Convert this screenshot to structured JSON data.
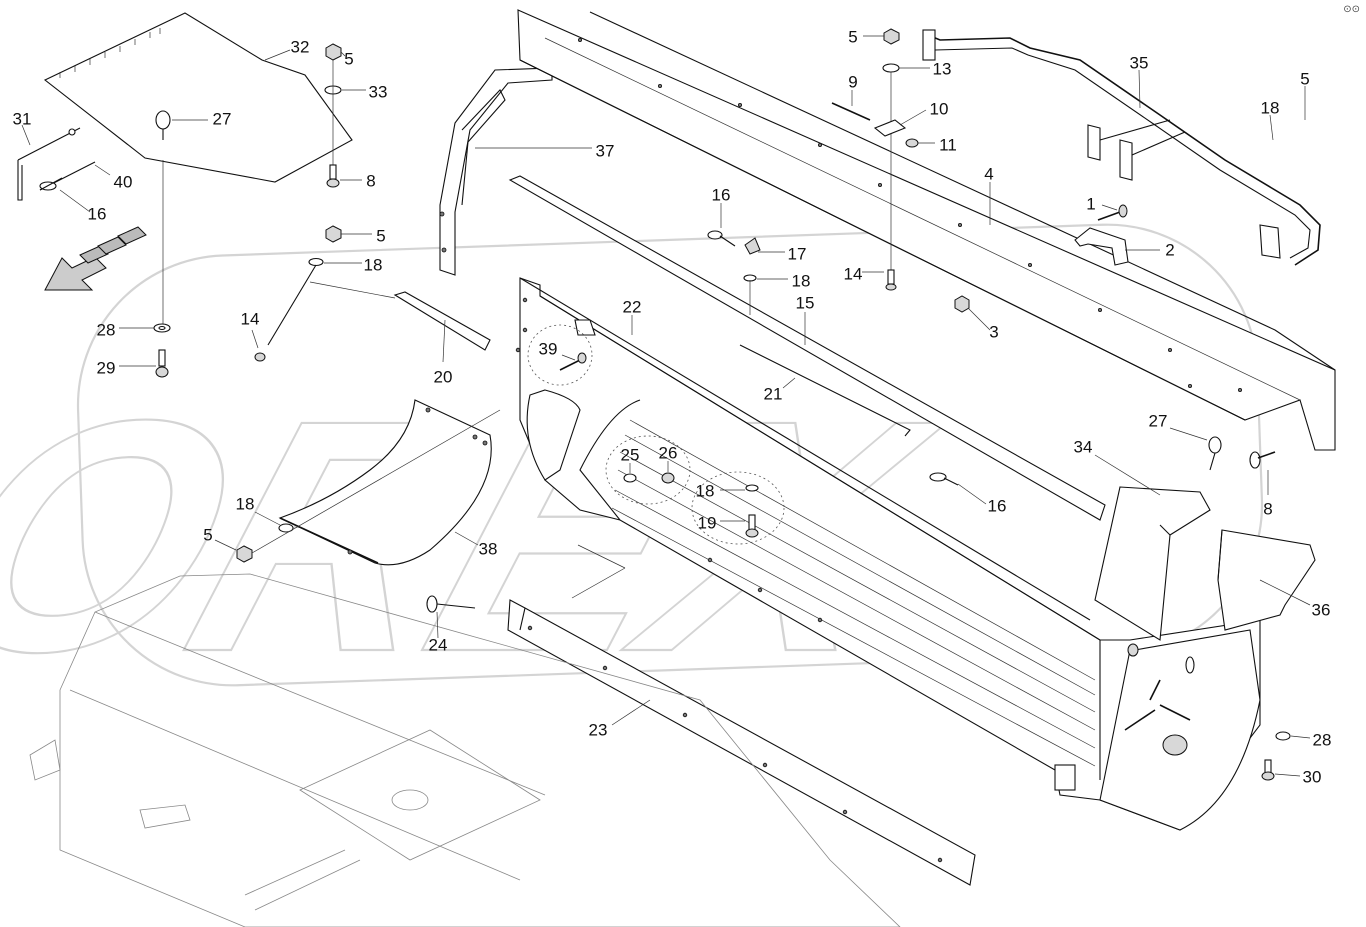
{
  "corner_mark": "⊙⊙",
  "watermark_text": "OREX",
  "callouts": [
    {
      "label": "32"
    },
    {
      "label": "5"
    },
    {
      "label": "33"
    },
    {
      "label": "27"
    },
    {
      "label": "8"
    },
    {
      "label": "31"
    },
    {
      "label": "40"
    },
    {
      "label": "16"
    },
    {
      "label": "37"
    },
    {
      "label": "5"
    },
    {
      "label": "18"
    },
    {
      "label": "14"
    },
    {
      "label": "20"
    },
    {
      "label": "28"
    },
    {
      "label": "29"
    },
    {
      "label": "5"
    },
    {
      "label": "13"
    },
    {
      "label": "9"
    },
    {
      "label": "10"
    },
    {
      "label": "11"
    },
    {
      "label": "35"
    },
    {
      "label": "5"
    },
    {
      "label": "18"
    },
    {
      "label": "4"
    },
    {
      "label": "1"
    },
    {
      "label": "2"
    },
    {
      "label": "14"
    },
    {
      "label": "3"
    },
    {
      "label": "16"
    },
    {
      "label": "17"
    },
    {
      "label": "18"
    },
    {
      "label": "15"
    },
    {
      "label": "22"
    },
    {
      "label": "39"
    },
    {
      "label": "21"
    },
    {
      "label": "25"
    },
    {
      "label": "26"
    },
    {
      "label": "18"
    },
    {
      "label": "19"
    },
    {
      "label": "16"
    },
    {
      "label": "34"
    },
    {
      "label": "27"
    },
    {
      "label": "8"
    },
    {
      "label": "36"
    },
    {
      "label": "18"
    },
    {
      "label": "5"
    },
    {
      "label": "38"
    },
    {
      "label": "24"
    },
    {
      "label": "23"
    },
    {
      "label": "28"
    },
    {
      "label": "30"
    }
  ]
}
